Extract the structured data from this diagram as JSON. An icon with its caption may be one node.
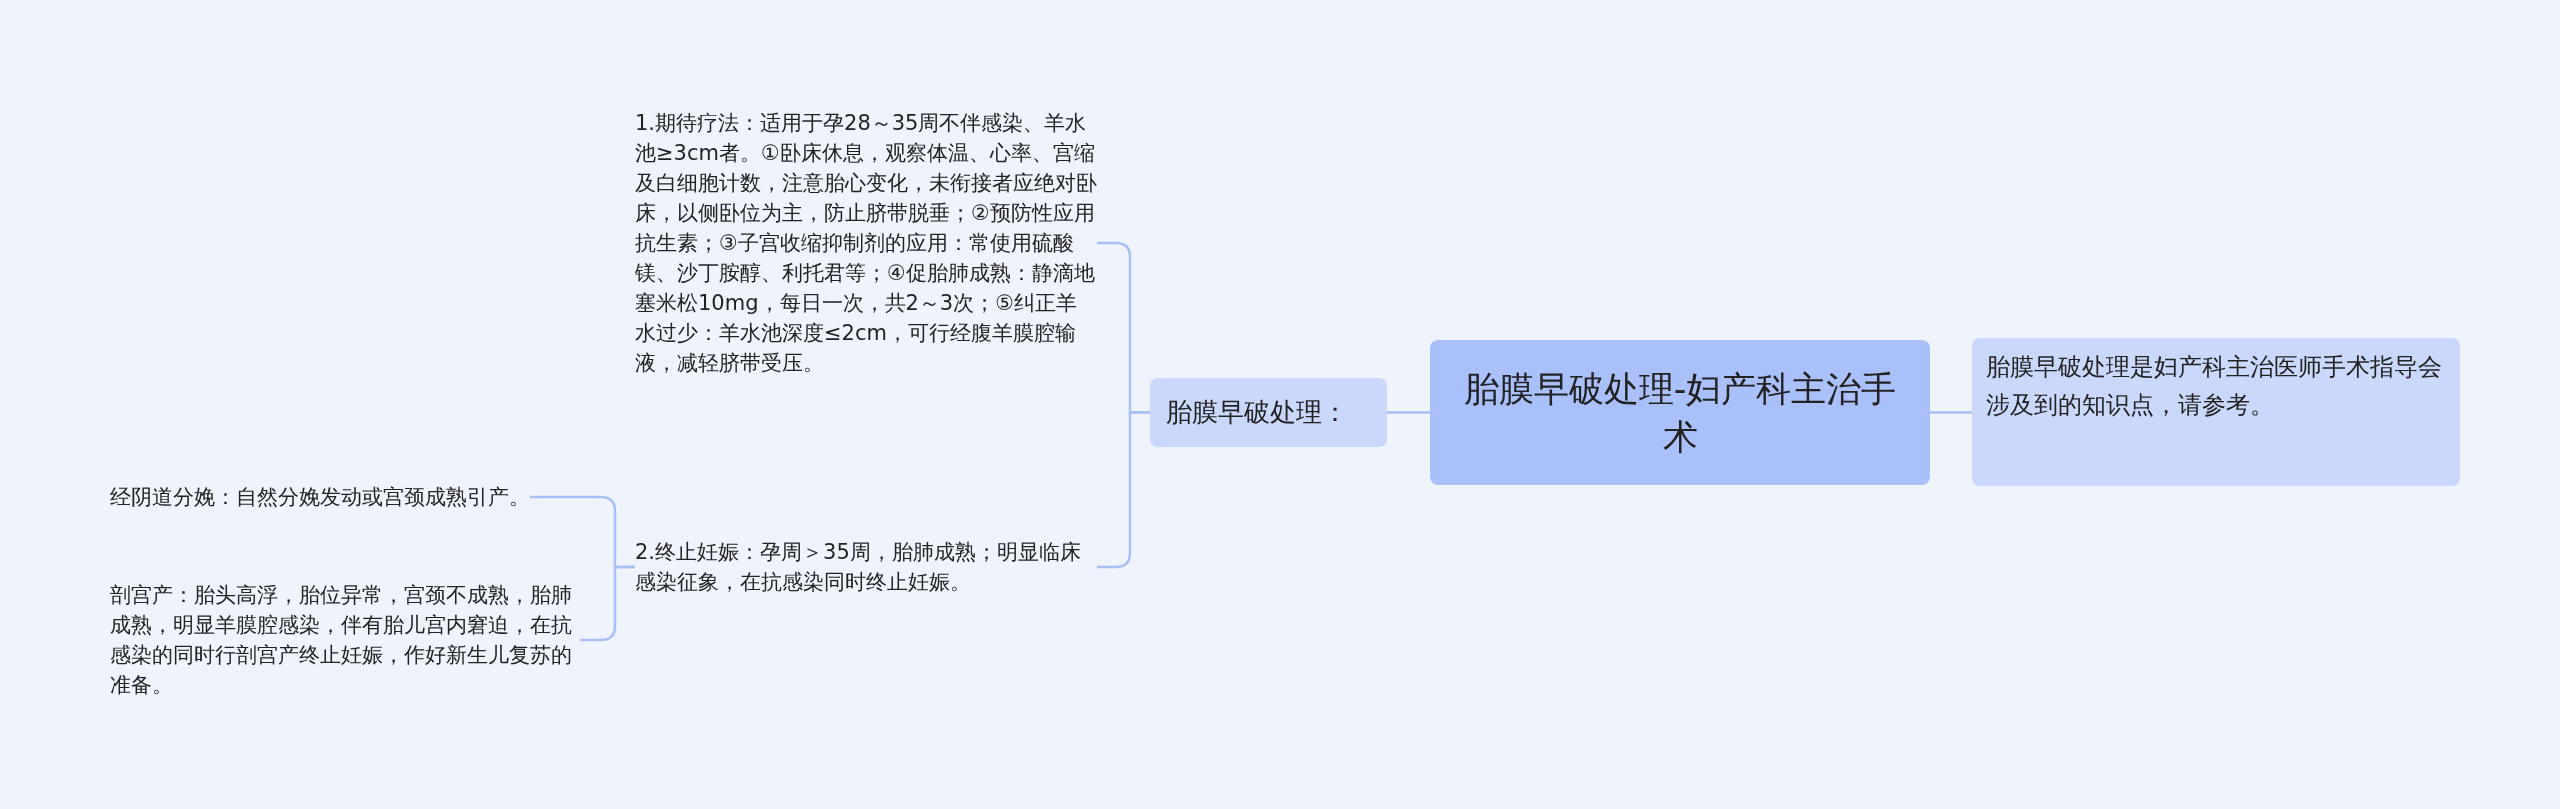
{
  "diagram": {
    "nodes": [
      {
        "text": [
          "胎膜早破处理-妇产科主治手术"
        ]
      },
      {
        "text": [
          "胎膜早破处理："
        ]
      },
      {
        "text": [
          "1.期待疗法：适用于孕28～35周不伴感染、羊水池≥3cm者。①卧床休息，观察体温、心率、宫缩及白细胞计数，注意胎心变化，未衔接者应绝对卧床，以侧卧位为主，防止脐带脱垂；②预防性应用抗生素；③子宫收缩抑制剂的应用：常使用硫酸镁、沙丁胺醇、利托君等；④促胎肺成熟：静滴地塞米松10mg，每日一次，共2～3次；⑤纠正羊水过少：羊水池深度≤2cm，可行经腹羊膜腔输液，减轻脐带受压。"
        ]
      },
      {
        "text": [
          "2.终止妊娠：孕周＞35周，胎肺成熟；明显临床感染征象，在抗感染同时终止妊娠。"
        ]
      },
      {
        "text": [
          "经阴道分娩：自然分娩发动或宫颈成熟引产。"
        ]
      },
      {
        "text": [
          "剖宫产：胎头高浮，胎位异常，宫颈不成熟，胎肺成熟，明显羊膜腔感染，伴有胎儿宫内窘迫，在抗感染的同时行剖宫产终止妊娠，作好新生儿复苏的准备。"
        ]
      },
      {
        "text": [
          "胎膜早破处理是妇产科主治医师手术指导会涉及到的知识点，请参考。"
        ]
      }
    ],
    "edges": [
      {
        "from": 0,
        "to": 1,
        "arrow": "none"
      },
      {
        "from": 1,
        "to": 2,
        "arrow": "none"
      },
      {
        "from": 1,
        "to": 3,
        "arrow": "none"
      },
      {
        "from": 3,
        "to": 4,
        "arrow": "none"
      },
      {
        "from": 3,
        "to": 5,
        "arrow": "none"
      },
      {
        "from": 0,
        "to": 6,
        "arrow": "none"
      }
    ]
  }
}
